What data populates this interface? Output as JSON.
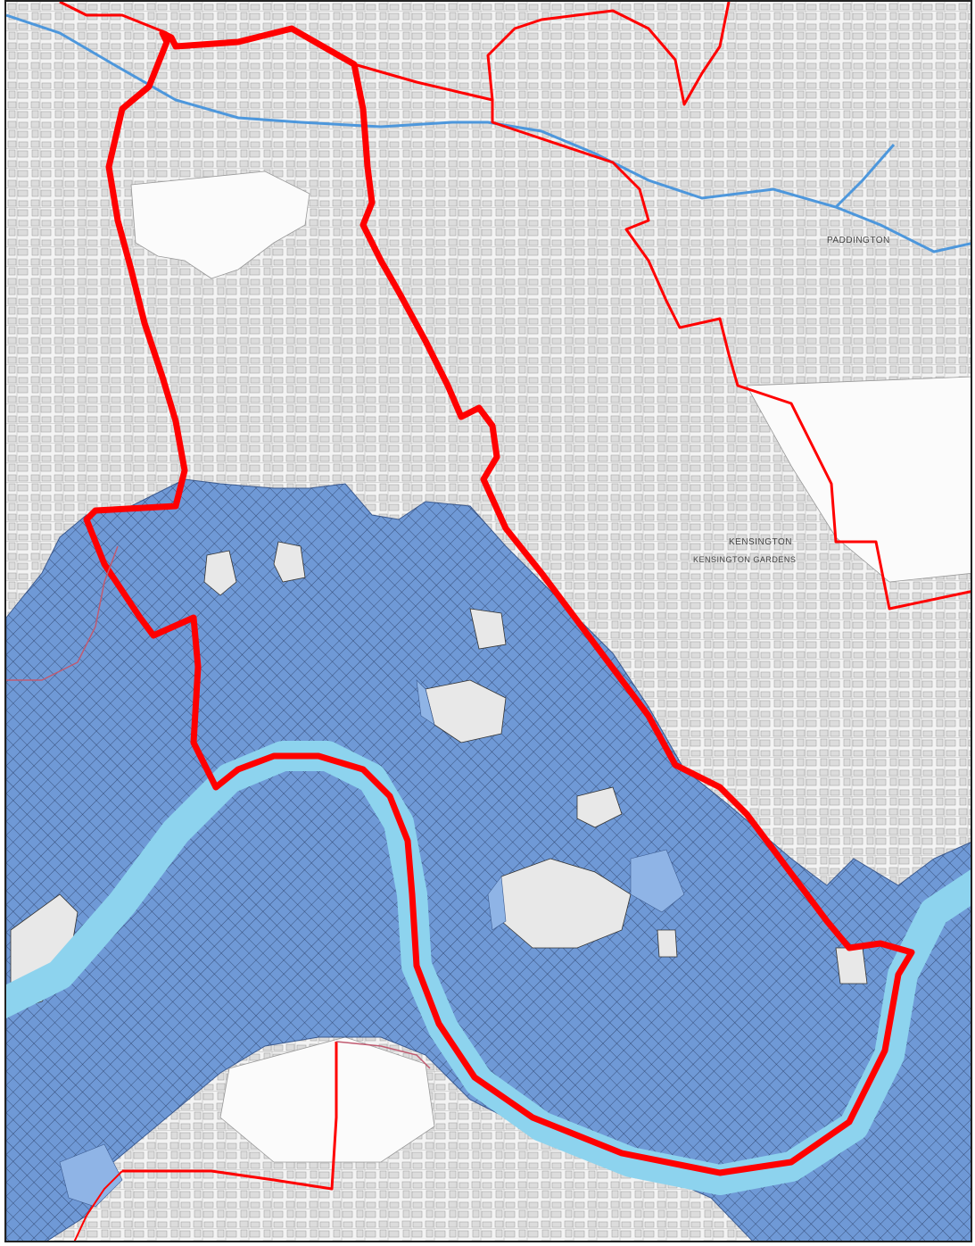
{
  "map": {
    "place_labels": [
      "PADDINGTON",
      "KENSINGTON",
      "KENSINGTON GARDENS"
    ],
    "colors": {
      "flood_zone": "#6f99d6",
      "flood_zone_light": "#8fb4e6",
      "hatch": "#2b3f66",
      "river": "#8dd3ee",
      "canal": "#4d97dc",
      "boundary": "#ff0000",
      "background": "#f3f3f3",
      "streets": "#b8b8b8",
      "buildings": "#8c8c8c"
    },
    "layers": [
      "base-street-map",
      "flood-zone-hatched",
      "river-thames",
      "canal",
      "boundary-thick",
      "boundary-thin"
    ]
  }
}
